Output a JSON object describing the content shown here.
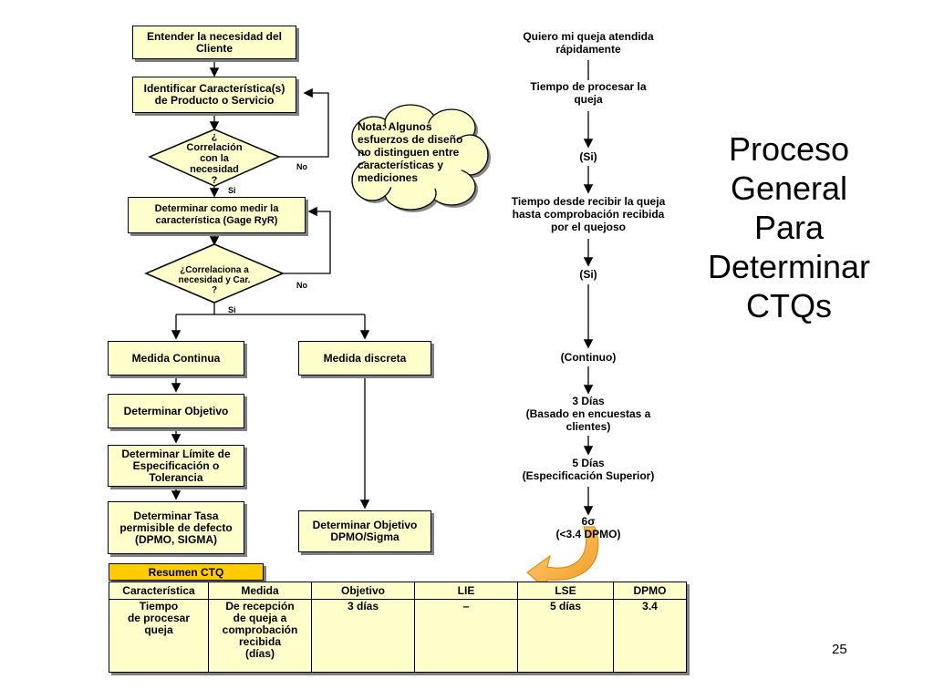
{
  "flow": {
    "b1": "Entender la necesidad del Cliente",
    "b2": "Identificar Característica(s) de Producto o Servicio",
    "d1": [
      "¿",
      "Correlación",
      "con la",
      "necesidad",
      "?"
    ],
    "d1_no": "No",
    "d1_si": "Si",
    "b3": "Determinar como medir la característica (Gage RyR)",
    "d2": [
      "¿Correlaciona a",
      "necesidad y Car.",
      "?"
    ],
    "d2_no": "No",
    "d2_si": "Si",
    "continua": "Medida Continua",
    "discreta": "Medida discreta",
    "objetivo": "Determinar Objetivo",
    "limite": "Determinar Límite de Especificación o Tolerancia",
    "tasa": "Determinar Tasa permisible de defecto (DPMO, SIGMA)",
    "obj_dpmo": "Determinar Objetivo DPMO/Sigma",
    "note": [
      "Nota: Algunos",
      "esfuerzos de diseño",
      "no distinguen entre",
      "características y",
      "mediciones"
    ]
  },
  "example": {
    "s1": [
      "Quiero mi queja atendida",
      "rápidamente"
    ],
    "s2": [
      "Tiempo de procesar la",
      "queja"
    ],
    "s3": [
      "(Si)"
    ],
    "s4": [
      "Tiempo desde recibir la queja",
      "hasta comprobación recibida",
      "por el quejoso"
    ],
    "s5": [
      "(Si)"
    ],
    "s6": [
      "(Continuo)"
    ],
    "s7": [
      "3 Días",
      "(Basado en encuestas a",
      "clientes)"
    ],
    "s8": [
      "5 Días",
      "(Especificación Superior)"
    ],
    "s9": [
      "6σ",
      "(<3.4 DPMO)"
    ]
  },
  "title": [
    "Proceso",
    "General",
    "Para",
    "Determinar",
    "CTQs"
  ],
  "summary": {
    "tab": "Resumen CTQ",
    "headers": [
      "Característica",
      "Medida",
      "Objetivo",
      "LIE",
      "LSE",
      "DPMO"
    ],
    "row": [
      [
        "Tiempo",
        "de procesar",
        "queja"
      ],
      [
        "De recepción",
        "de queja a",
        "comprobación",
        "recibida",
        "(días)"
      ],
      [
        "3 días"
      ],
      [
        "–"
      ],
      [
        "5 días"
      ],
      [
        "3.4"
      ]
    ]
  },
  "page_number": "25"
}
